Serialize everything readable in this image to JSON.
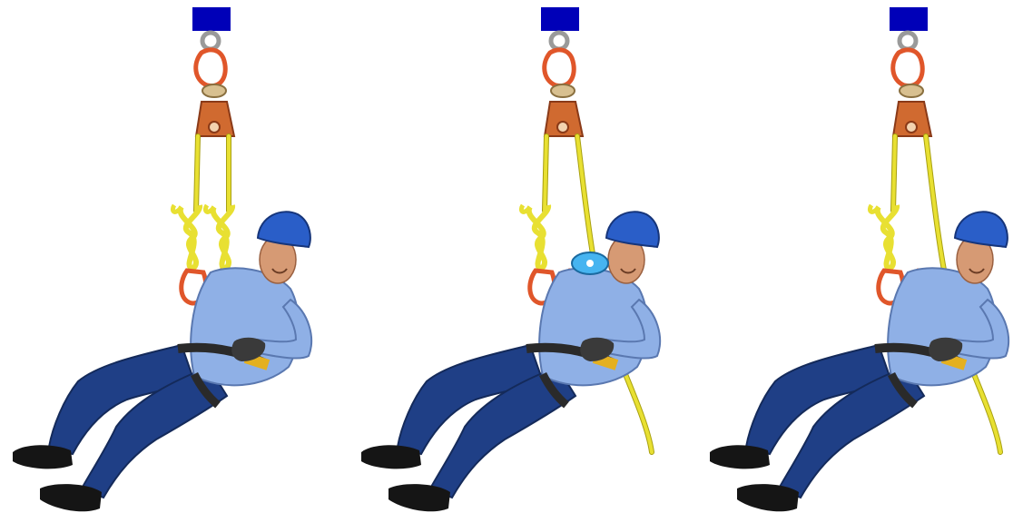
{
  "figure": {
    "panels": [
      {
        "id": "step-1",
        "description_icon": "worker-suspended-two-strands-knotted",
        "has_handheld_device": false,
        "strand_right_free": false
      },
      {
        "id": "step-2",
        "description_icon": "worker-suspended-one-strand-in-device",
        "has_handheld_device": true,
        "strand_right_free": true
      },
      {
        "id": "step-3",
        "description_icon": "worker-suspended-one-strand-free",
        "has_handheld_device": false,
        "strand_right_free": true
      }
    ],
    "colors": {
      "anchor": "#0000b8",
      "rope": "#e8e032",
      "rope_shade": "#a8a010",
      "carabiner": "#e0562a",
      "pulley": "#d06a30",
      "helmet": "#2a5ec8",
      "shirt": "#8fb0e6",
      "pants": "#1f3f86",
      "skin": "#d69a74",
      "harness": "#2a2a2a",
      "boots": "#151515",
      "device": "#46b4f0"
    }
  }
}
